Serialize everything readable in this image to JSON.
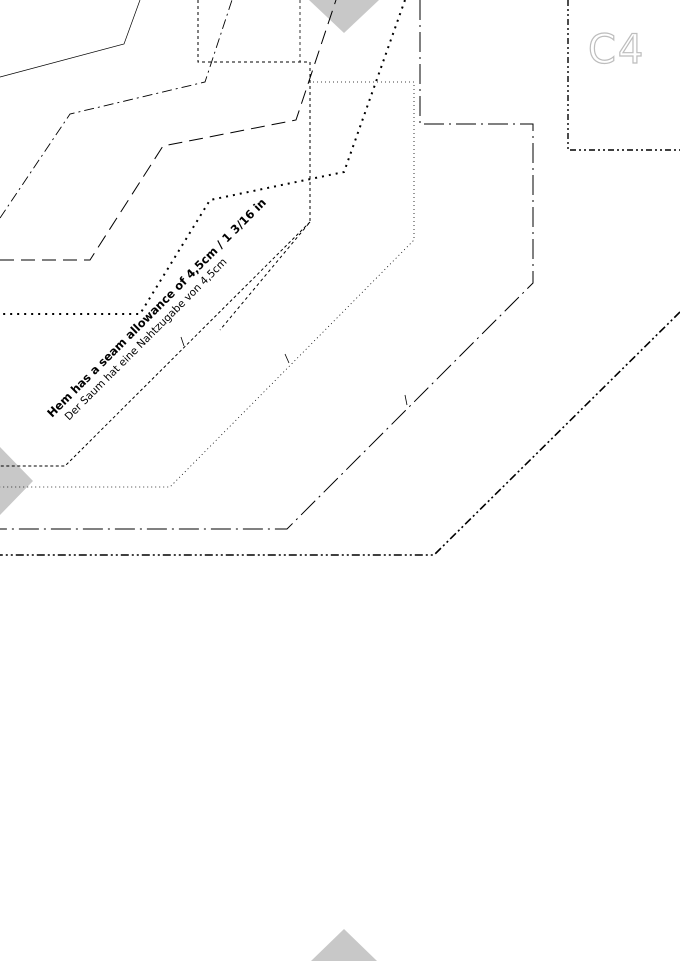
{
  "page": {
    "id_label": "C4"
  },
  "notes": {
    "hem_en": "Hem has a seam allowance of 4,5cm / 1 3/16 in",
    "hem_de": "Der Saum hat eine Nahtzugabe von 4,5cm"
  },
  "colors": {
    "line": "#000000",
    "marker": "#c8c8c8",
    "page_label": "#bdbdbd"
  }
}
